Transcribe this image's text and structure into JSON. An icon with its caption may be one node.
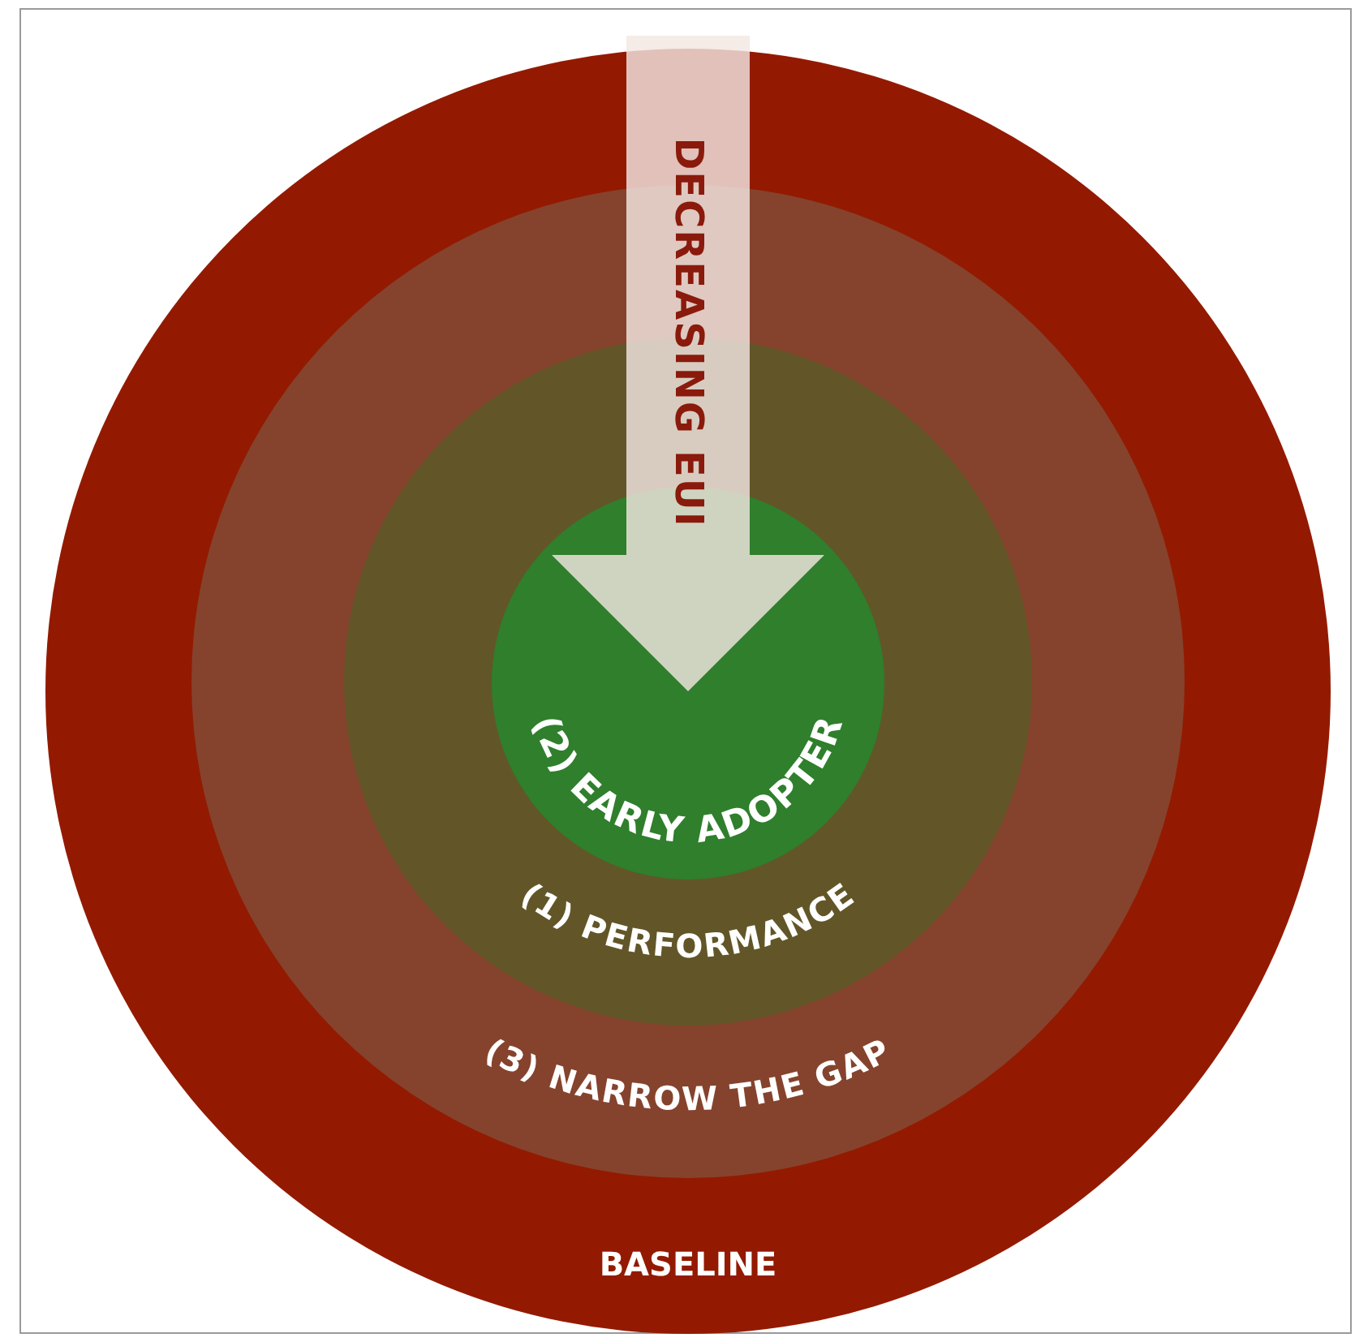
{
  "diagram": {
    "nodes": [
      {
        "text": [
          "BASELINE"
        ]
      },
      {
        "text": [
          "(3) NARROW THE GAP"
        ],
        "in": 0
      },
      {
        "text": [
          "(1) PERFORMANCE"
        ],
        "in": 1
      },
      {
        "text": [
          "(2) EARLY ADOPTER"
        ],
        "in": 2
      }
    ],
    "labels": [
      "DECREASING EUI"
    ]
  }
}
